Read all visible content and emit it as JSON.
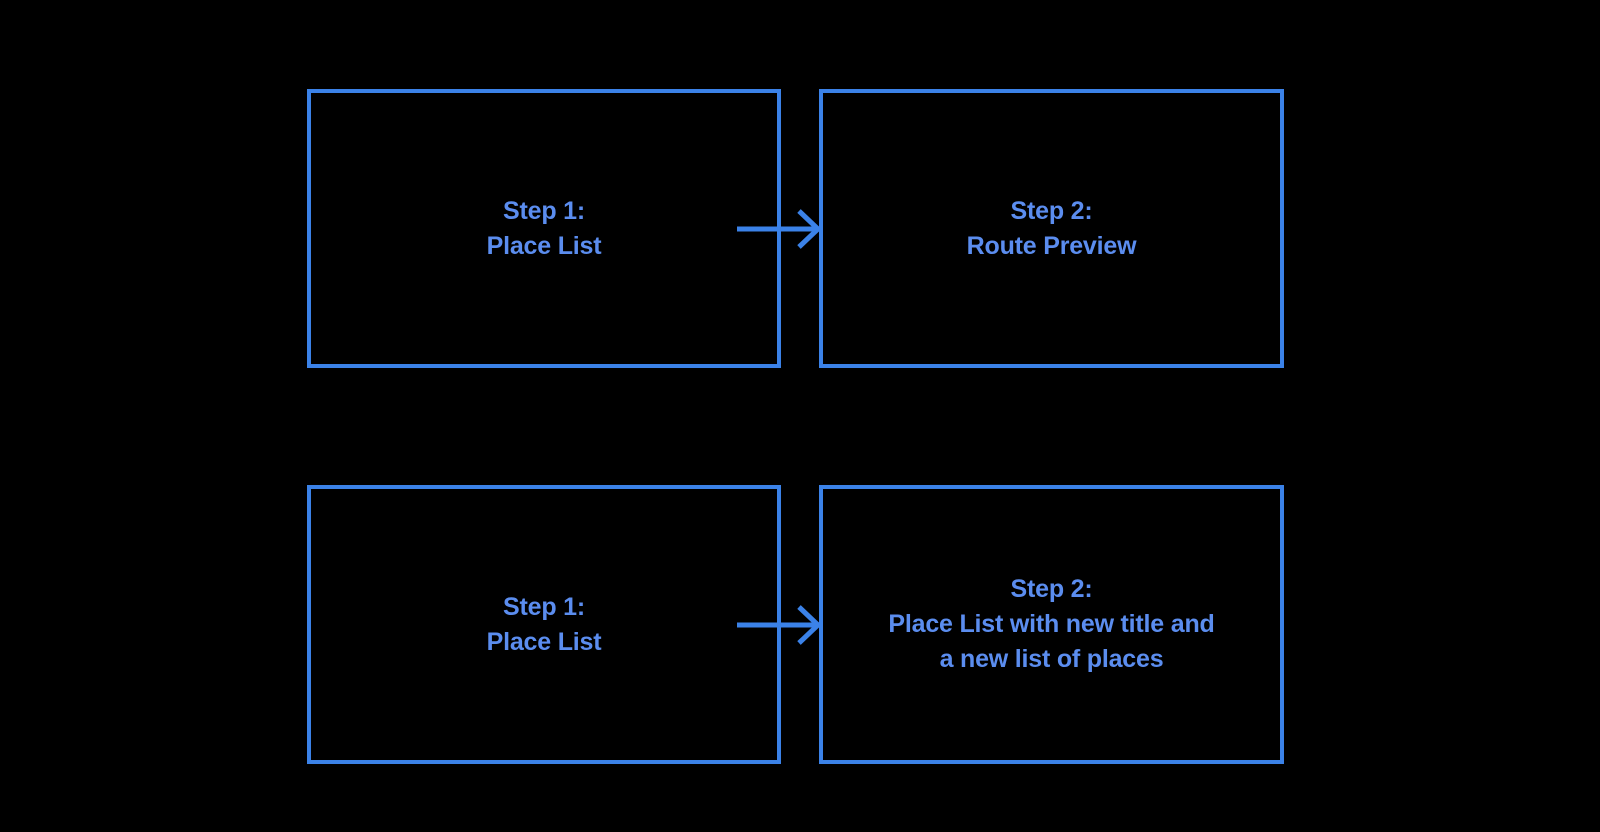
{
  "page": {
    "background_color": "#000000",
    "border_color": "#3b82e8",
    "text_color": "#5b8def",
    "arrow_color": "#3b82e8"
  },
  "diagram": {
    "type": "flowchart",
    "orientation": "left-to-right",
    "rows": [
      {
        "id": "flow-row-1",
        "boxes": [
          {
            "id": "row1-step1",
            "label": "Step 1:\nPlace List"
          },
          {
            "id": "row1-step2",
            "label": "Step 2:\nRoute Preview"
          }
        ],
        "connector": {
          "id": "row1-arrow",
          "icon": "arrow-right-icon",
          "direction": "right"
        }
      },
      {
        "id": "flow-row-2",
        "boxes": [
          {
            "id": "row2-step1",
            "label": "Step 1:\nPlace List"
          },
          {
            "id": "row2-step2",
            "label": "Step 2:\nPlace List with new title and\na new list of places"
          }
        ],
        "connector": {
          "id": "row2-arrow",
          "icon": "arrow-right-icon",
          "direction": "right"
        }
      }
    ]
  }
}
